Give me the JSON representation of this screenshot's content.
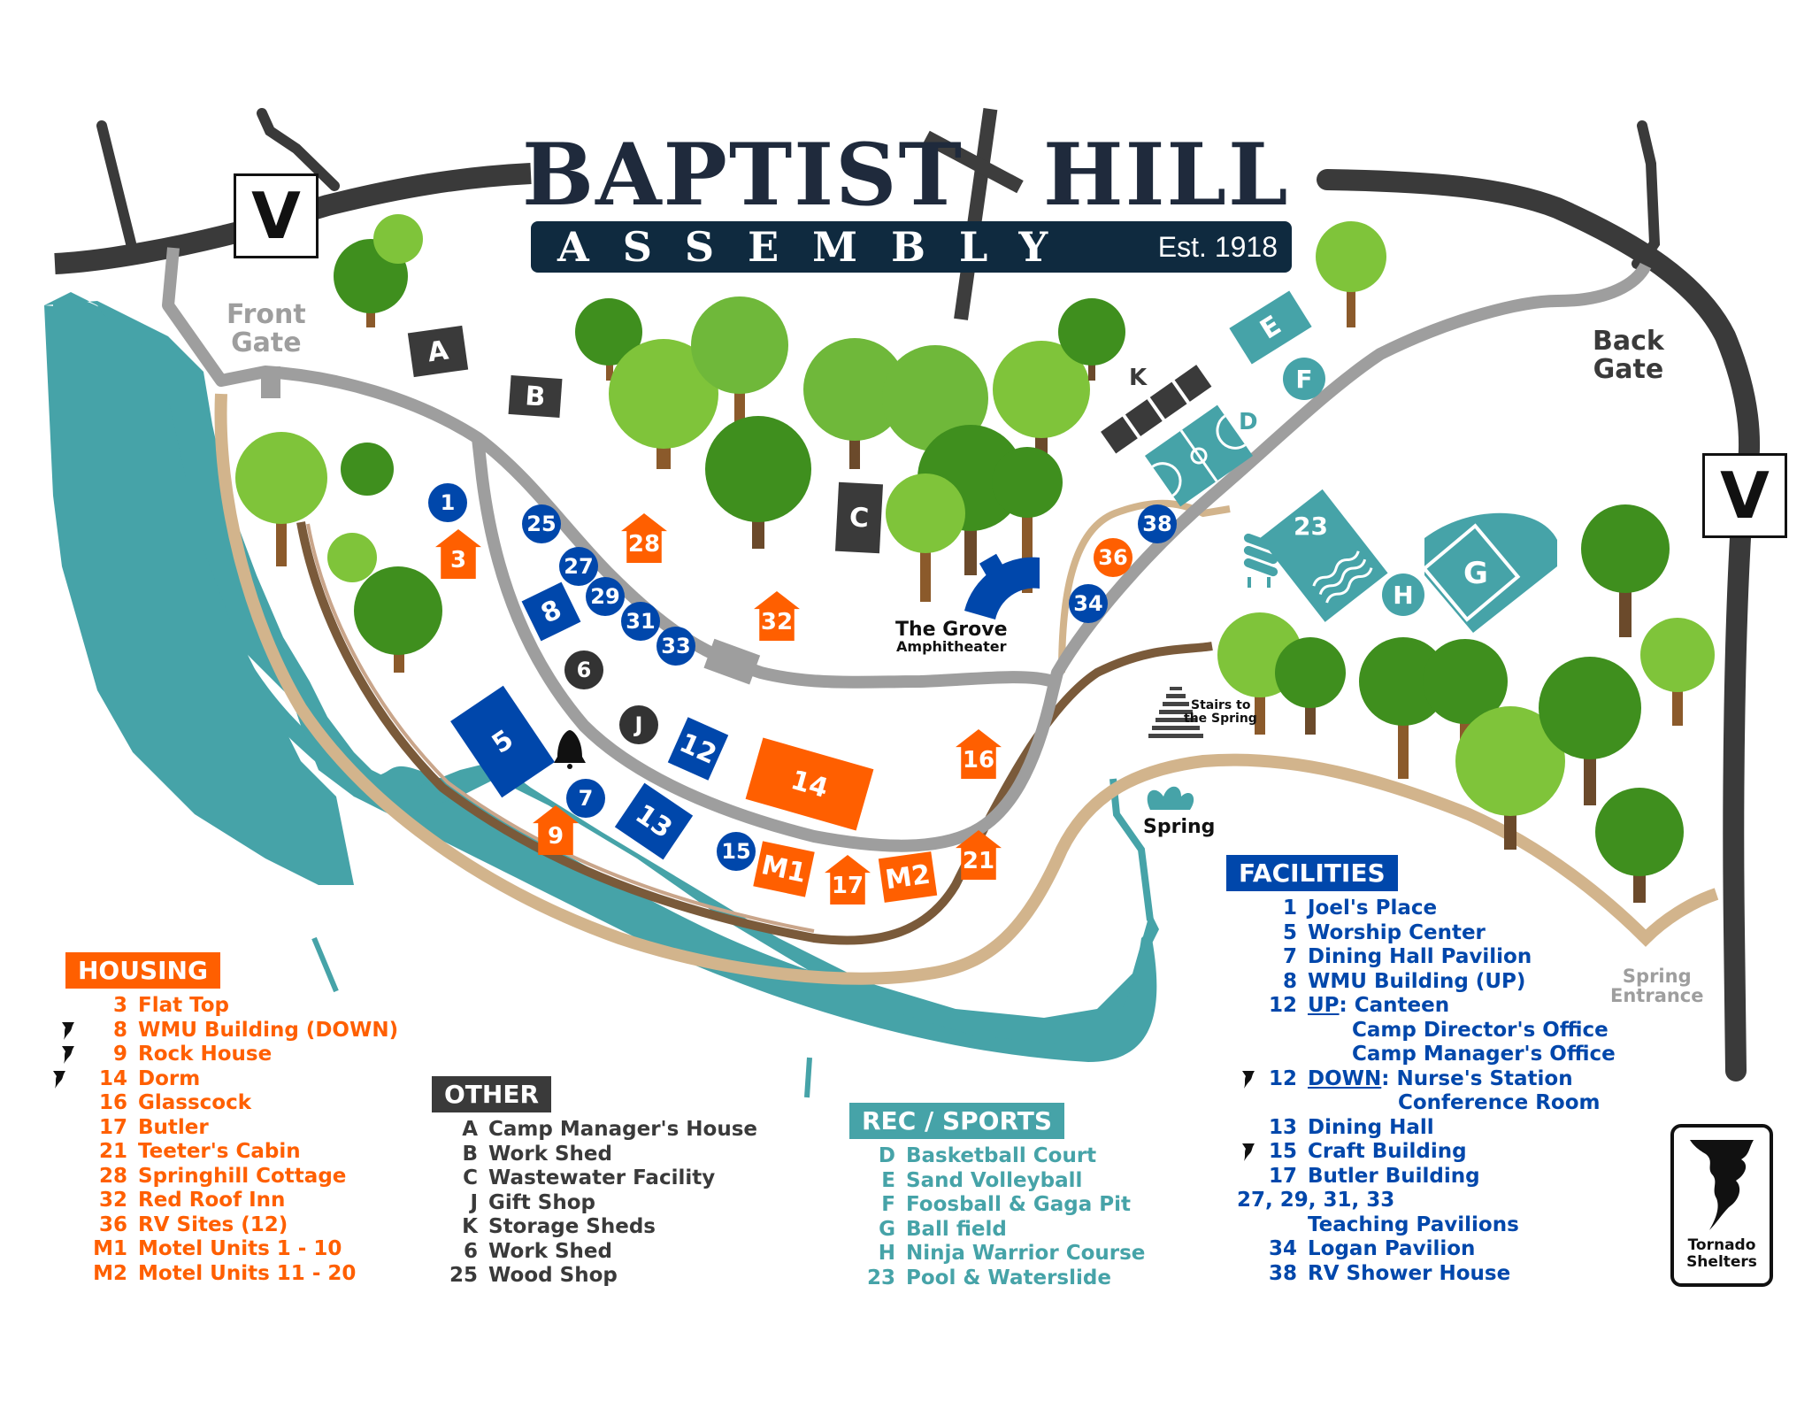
{
  "title": {
    "line1_left": "BAPTIST",
    "line1_right": "HILL",
    "line2": "ASSEMBLY",
    "established": "Est. 1918"
  },
  "colors": {
    "housing": "#ff5f00",
    "facilities": "#0047ab",
    "rec_sports": "#46a3a8",
    "other": "#3a3a3a",
    "water": "#46a3a8",
    "main_road": "#3a3a3a",
    "camp_road": "#9e9e9e",
    "trail": "#d2b48c"
  },
  "map": {
    "highway_signs": [
      {
        "id": "v-west",
        "label": "V"
      },
      {
        "id": "v-east",
        "label": "V"
      }
    ],
    "gates": {
      "front": {
        "line1": "Front",
        "line2": "Gate"
      },
      "back": {
        "line1": "Back",
        "line2": "Gate"
      },
      "spring_entrance": {
        "line1": "Spring",
        "line2": "Entrance"
      }
    },
    "landmarks": {
      "grove_title": "The Grove",
      "grove_sub": "Amphitheater",
      "stairs_line1": "Stairs to",
      "stairs_line2": "the Spring",
      "spring": "Spring"
    },
    "markers": {
      "A": "A",
      "B": "B",
      "C": "C",
      "J": "J",
      "K": "K",
      "D": "D",
      "E": "E",
      "F": "F",
      "G": "G",
      "H": "H",
      "m1": "1",
      "m3": "3",
      "m5": "5",
      "m6": "6",
      "m7": "7",
      "m8": "8",
      "m9": "9",
      "m12": "12",
      "m13": "13",
      "m14": "14",
      "m15": "15",
      "m16": "16",
      "m17": "17",
      "m21": "21",
      "m23": "23",
      "m25": "25",
      "m27": "27",
      "m28": "28",
      "m29": "29",
      "m31": "31",
      "m32": "32",
      "m33": "33",
      "m34": "34",
      "m36": "36",
      "m38": "38",
      "M1": "M1",
      "M2": "M2"
    }
  },
  "legend": {
    "housing": {
      "header": "HOUSING",
      "items": [
        {
          "num": "3",
          "label": "Flat Top",
          "tornado_shelter": false
        },
        {
          "num": "8",
          "label": "WMU Building (DOWN)",
          "tornado_shelter": true
        },
        {
          "num": "9",
          "label": "Rock House",
          "tornado_shelter": true
        },
        {
          "num": "14",
          "label": "Dorm",
          "tornado_shelter": true
        },
        {
          "num": "16",
          "label": "Glasscock",
          "tornado_shelter": false
        },
        {
          "num": "17",
          "label": "Butler",
          "tornado_shelter": false
        },
        {
          "num": "21",
          "label": "Teeter's Cabin",
          "tornado_shelter": false
        },
        {
          "num": "28",
          "label": "Springhill Cottage",
          "tornado_shelter": false
        },
        {
          "num": "32",
          "label": "Red Roof Inn",
          "tornado_shelter": false
        },
        {
          "num": "36",
          "label": "RV Sites (12)",
          "tornado_shelter": false
        },
        {
          "num": "M1",
          "label": "Motel Units 1 - 10",
          "tornado_shelter": false
        },
        {
          "num": "M2",
          "label": "Motel Units 11 - 20",
          "tornado_shelter": false
        }
      ]
    },
    "other": {
      "header": "OTHER",
      "items": [
        {
          "num": "A",
          "label": "Camp Manager's House"
        },
        {
          "num": "B",
          "label": "Work Shed"
        },
        {
          "num": "C",
          "label": "Wastewater Facility"
        },
        {
          "num": "J",
          "label": "Gift Shop"
        },
        {
          "num": "K",
          "label": "Storage Sheds"
        },
        {
          "num": "6",
          "label": "Work Shed"
        },
        {
          "num": "25",
          "label": "Wood Shop"
        }
      ]
    },
    "rec_sports": {
      "header": "REC / SPORTS",
      "items": [
        {
          "num": "D",
          "label": "Basketball Court"
        },
        {
          "num": "E",
          "label": "Sand Volleyball"
        },
        {
          "num": "F",
          "label": "Foosball & Gaga Pit"
        },
        {
          "num": "G",
          "label": "Ball field"
        },
        {
          "num": "H",
          "label": "Ninja Warrior Course"
        },
        {
          "num": "23",
          "label": "Pool & Waterslide"
        }
      ]
    },
    "facilities": {
      "header": "FACILITIES",
      "items": [
        {
          "num": "1",
          "label": "Joel's Place"
        },
        {
          "num": "5",
          "label": "Worship Center"
        },
        {
          "num": "7",
          "label": "Dining Hall Pavilion"
        },
        {
          "num": "8",
          "label": "WMU Building (UP)"
        },
        {
          "num": "12",
          "prefix": "UP",
          "label": ": Canteen"
        },
        {
          "num": "",
          "label": "Camp Director's Office"
        },
        {
          "num": "",
          "label": "Camp Manager's Office"
        },
        {
          "num": "12",
          "prefix": "DOWN",
          "label": ": Nurse's Station",
          "tornado_shelter": true
        },
        {
          "num": "",
          "label": "Conference Room"
        },
        {
          "num": "13",
          "label": "Dining Hall"
        },
        {
          "num": "15",
          "label": "Craft Building",
          "tornado_shelter": true
        },
        {
          "num": "17",
          "label": "Butler Building"
        },
        {
          "num": "27, 29, 31, 33",
          "label": ""
        },
        {
          "num": "",
          "label": "Teaching Pavilions"
        },
        {
          "num": "34",
          "label": "Logan Pavilion"
        },
        {
          "num": "38",
          "label": "RV Shower House"
        }
      ]
    },
    "tornado_key": {
      "line1": "Tornado",
      "line2": "Shelters"
    }
  }
}
